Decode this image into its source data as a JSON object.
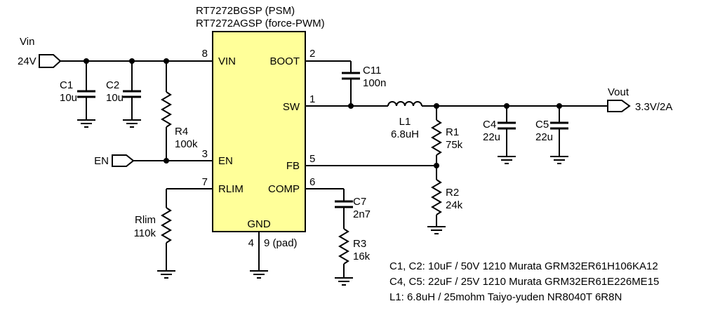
{
  "title": {
    "line1": "RT7272BGSP (PSM)",
    "line2": "RT7272AGSP (force-PWM)"
  },
  "colors": {
    "ic_fill": "#FFFF99",
    "wire": "#000000",
    "background": "#FFFFFF"
  },
  "ic": {
    "pins": {
      "vin": {
        "name": "VIN",
        "number": "8"
      },
      "boot": {
        "name": "BOOT",
        "number": "2"
      },
      "sw": {
        "name": "SW",
        "number": "1"
      },
      "en": {
        "name": "EN",
        "number": "3"
      },
      "fb": {
        "name": "FB",
        "number": "5"
      },
      "rlim": {
        "name": "RLIM",
        "number": "7"
      },
      "comp": {
        "name": "COMP",
        "number": "6"
      },
      "gnd": {
        "name": "GND",
        "number": "4",
        "pad_number": "9 (pad)"
      }
    }
  },
  "ports": {
    "vin": {
      "label": "Vin",
      "value": "24V"
    },
    "en": {
      "label": "EN"
    },
    "vout": {
      "label": "Vout",
      "value": "3.3V/2A"
    }
  },
  "components": {
    "c1": {
      "ref": "C1",
      "value": "10u"
    },
    "c2": {
      "ref": "C2",
      "value": "10u"
    },
    "r4": {
      "ref": "R4",
      "value": "100k"
    },
    "rlim": {
      "ref": "Rlim",
      "value": "110k"
    },
    "c11": {
      "ref": "C11",
      "value": "100n"
    },
    "l1": {
      "ref": "L1",
      "value": "6.8uH"
    },
    "r1": {
      "ref": "R1",
      "value": "75k"
    },
    "r2": {
      "ref": "R2",
      "value": "24k"
    },
    "c4": {
      "ref": "C4",
      "value": "22u"
    },
    "c5": {
      "ref": "C5",
      "value": "22u"
    },
    "c7": {
      "ref": "C7",
      "value": "2n7"
    },
    "r3": {
      "ref": "R3",
      "value": "16k"
    }
  },
  "notes": [
    "C1, C2: 10uF / 50V 1210 Murata GRM32ER61H106KA12",
    "C4, C5: 22uF / 25V 1210 Murata GRM32ER61E226ME15",
    "L1: 6.8uH / 25mohm Taiyo-yuden NR8040T 6R8N"
  ]
}
